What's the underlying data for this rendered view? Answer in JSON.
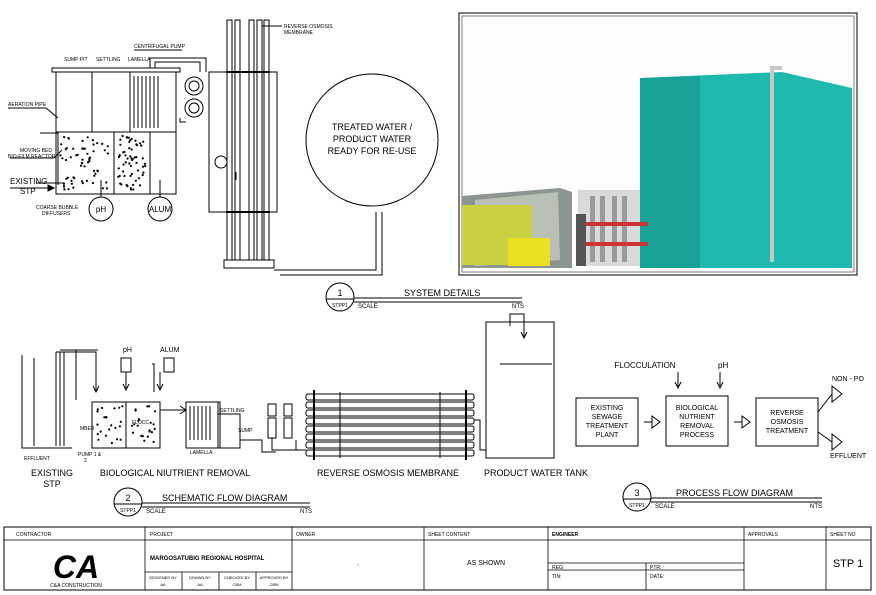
{
  "sheet": {
    "contractor_label": "CONTRACTOR",
    "project_label": "PROJECT",
    "owner_label": "OWNER",
    "sheet_content_label": "SHEET CONTENT",
    "engineer_label": "ENGINEER",
    "approvals_label": "APPROVALS",
    "sheet_no_label": "SHEET NO",
    "company_name": "C&A CONSTRUCTION",
    "logo_text": "CA",
    "project_name": "MARGOSATUBIG REGIONAL HOSPITAL",
    "owner_value": "-",
    "scale_value": "AS SHOWN",
    "sheet_no": "STP 1",
    "reg_label": "REG:",
    "ptr_label": "PTR:",
    "tin_label": "TIN:",
    "date_label": "DATE:",
    "sign": [
      {
        "label": "DESIGNED BY",
        "value": "AA"
      },
      {
        "label": "DRAWN BY",
        "value": "AA"
      },
      {
        "label": "CHECKED BY",
        "value": "CBM"
      },
      {
        "label": "APPROVED BY",
        "value": "CBM"
      }
    ]
  },
  "system": {
    "labels": {
      "sump_pit": "SUMP PIT",
      "settling": "SETTLING",
      "lamella": "LAMELLA",
      "centrifugal_pump": "CENTRIFUGAL PUMP",
      "ro_membrane_1": "REVERSE OSMOSIS",
      "ro_membrane_2": "MEMBRANE",
      "aeration_pipe": "AERATION PIPE",
      "moving_bed_1": "MOVING BED",
      "moving_bed_2": "BIO-FILM REACTOR",
      "existing": "EXISTING",
      "stp": "STP",
      "coarse_1": "COARSE BUBBLE",
      "coarse_2": "DIFFUSERS",
      "ph": "pH",
      "alum": "ALUM"
    },
    "tank_text": [
      "TREATED WATER /",
      "PRODUCT WATER",
      "READY FOR RE-USE"
    ]
  },
  "callouts": [
    {
      "num": "1",
      "code": "STPP1",
      "title": "SYSTEM DETAILS",
      "scale": "SCALE",
      "nts": "NTS"
    },
    {
      "num": "2",
      "code": "STPP1",
      "title": "SCHEMATIC FLOW DIAGRAM",
      "scale": "SCALE",
      "nts": "NTS"
    },
    {
      "num": "3",
      "code": "STPP1",
      "title": "PROCESS FLOW DIAGRAM",
      "scale": "SCALE",
      "nts": "NTS"
    }
  ],
  "schematic": {
    "ph": "pH",
    "alum": "ALUM",
    "effluent": "EFFLUENT",
    "pump": [
      "PUMP 1 &",
      "2"
    ],
    "mber": "MBER",
    "flocc": "FLOCC",
    "settling": "SETTLING",
    "lamella": "LAMELLA",
    "sump": "SUMP",
    "cap_existing": [
      "EXISTING",
      "STP"
    ],
    "cap_bnr": "BIOLOGICAL NIUTRIENT REMOVAL",
    "cap_ro": "REVERSE OSMOSIS MEMBRANE",
    "cap_tank": "PRODUCT WATER TANK"
  },
  "process": {
    "flocculation": "FLOCCULATION",
    "ph": "pH",
    "box1": [
      "EXISTING",
      "SEWAGE",
      "TREATMENT",
      "PLANT"
    ],
    "box2": [
      "BIOLOGICAL",
      "NUTRIENT",
      "REMOVAL",
      "PROCESS"
    ],
    "box3": [
      "REVERSE",
      "OSMOSIS",
      "TREATMENT"
    ],
    "non_potable": "NON - PO",
    "effluent": "EFFLUENT"
  },
  "colors": {
    "teal": "#1fb8ae",
    "teal_dark": "#178f87",
    "yellow": "#e8e021",
    "sky": "#ffffff"
  }
}
